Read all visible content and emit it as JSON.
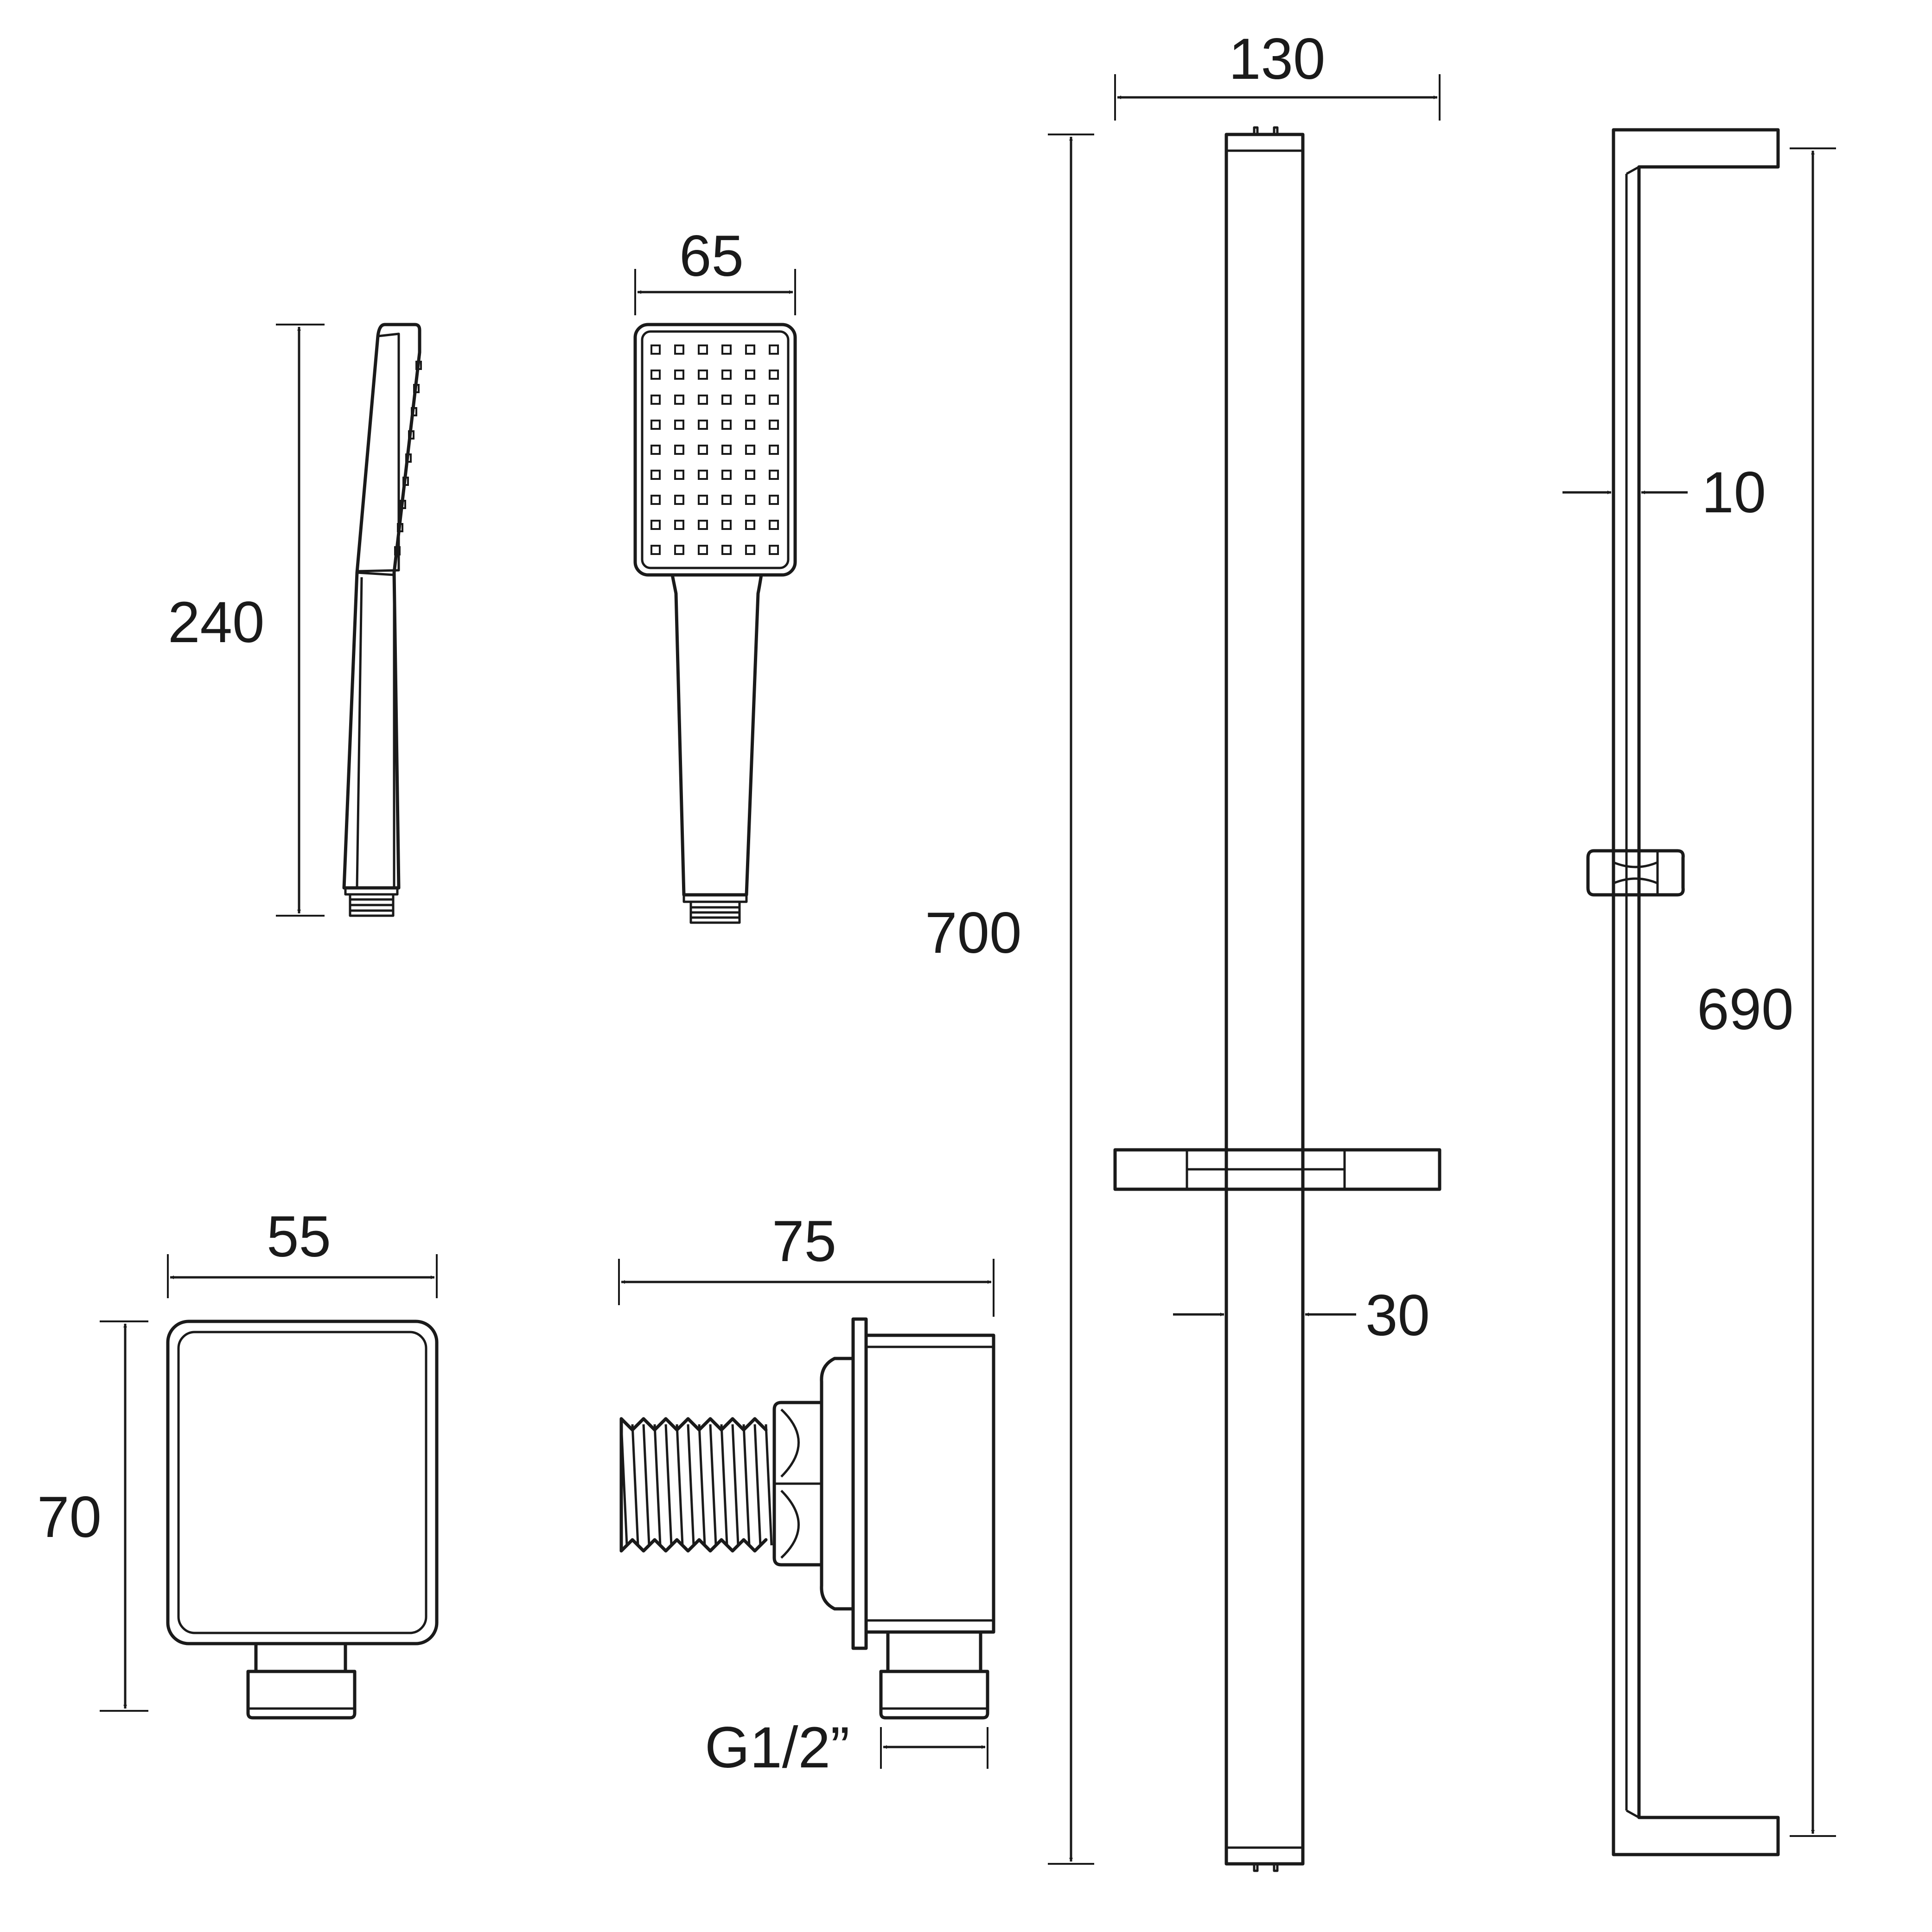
{
  "colors": {
    "line": "#1a1a1a",
    "background": "#ffffff"
  },
  "dimensions": {
    "handset_length": "240",
    "handset_width": "65",
    "riser_length": "700",
    "riser_holder_width": "130",
    "riser_bar_diameter": "30",
    "riser_wall_clearance": "10",
    "riser_bracket_centres": "690",
    "outlet_width": "55",
    "outlet_height": "70",
    "outlet_depth": "75",
    "outlet_thread": "G1/2”"
  }
}
